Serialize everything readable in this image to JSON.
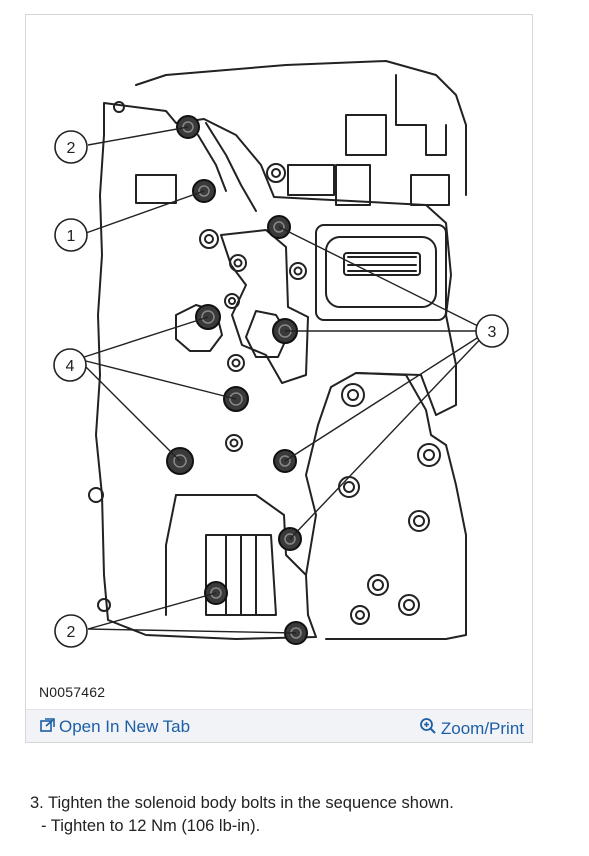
{
  "figure": {
    "callouts": [
      "1",
      "2",
      "2",
      "3",
      "4"
    ],
    "figure_id": "N0057462"
  },
  "actions": {
    "open_new_tab": "Open In New Tab",
    "zoom_print": "Zoom/Print",
    "open_icon": "open-in-new-tab-icon",
    "zoom_icon": "magnifier-plus-icon",
    "link_color": "#1d5fa7"
  },
  "instructions": {
    "step": "3. Tighten the solenoid body bolts in the sequence shown.",
    "substep": "-  Tighten to 12 Nm (106 lb-in)."
  }
}
